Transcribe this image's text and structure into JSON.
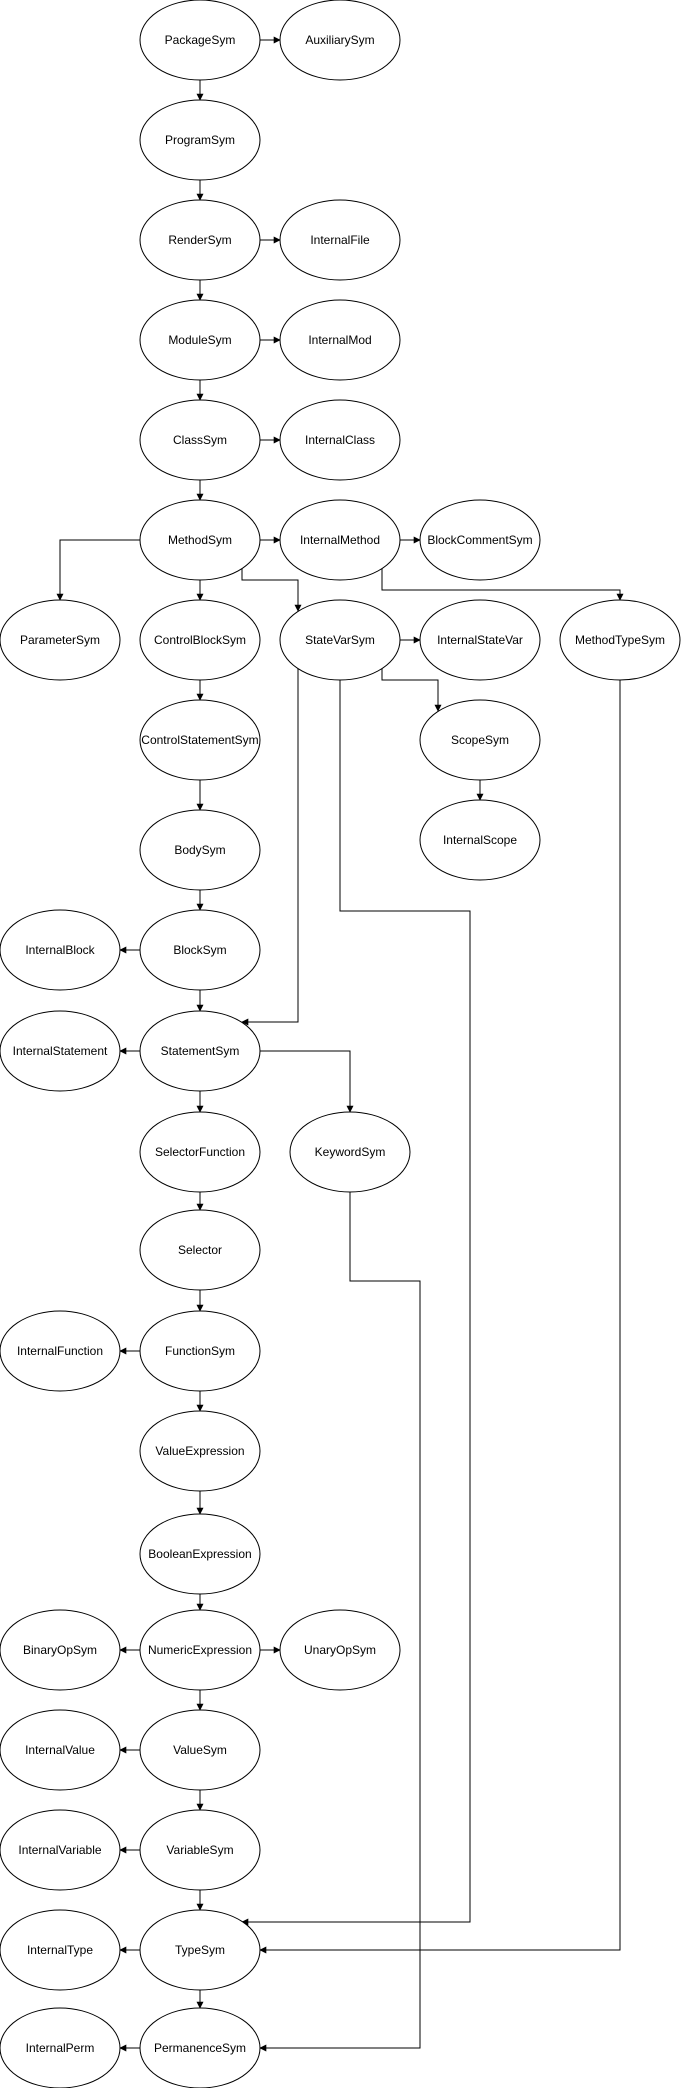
{
  "nodes": {
    "PackageSym": "PackageSym",
    "AuxiliarySym": "AuxiliarySym",
    "ProgramSym": "ProgramSym",
    "RenderSym": "RenderSym",
    "InternalFile": "InternalFile",
    "ModuleSym": "ModuleSym",
    "InternalMod": "InternalMod",
    "ClassSym": "ClassSym",
    "InternalClass": "InternalClass",
    "MethodSym": "MethodSym",
    "InternalMethod": "InternalMethod",
    "BlockCommentSym": "BlockCommentSym",
    "ParameterSym": "ParameterSym",
    "ControlBlockSym": "ControlBlockSym",
    "StateVarSym": "StateVarSym",
    "InternalStateVar": "InternalStateVar",
    "MethodTypeSym": "MethodTypeSym",
    "ControlStatementSym": "ControlStatementSym",
    "ScopeSym": "ScopeSym",
    "InternalScope": "InternalScope",
    "BodySym": "BodySym",
    "InternalBlock": "InternalBlock",
    "BlockSym": "BlockSym",
    "InternalStatement": "InternalStatement",
    "StatementSym": "StatementSym",
    "KeywordSym": "KeywordSym",
    "SelectorFunction": "SelectorFunction",
    "Selector": "Selector",
    "InternalFunction": "InternalFunction",
    "FunctionSym": "FunctionSym",
    "ValueExpression": "ValueExpression",
    "BooleanExpression": "BooleanExpression",
    "BinaryOpSym": "BinaryOpSym",
    "NumericExpression": "NumericExpression",
    "UnaryOpSym": "UnaryOpSym",
    "InternalValue": "InternalValue",
    "ValueSym": "ValueSym",
    "InternalVariable": "InternalVariable",
    "VariableSym": "VariableSym",
    "InternalType": "InternalType",
    "TypeSym": "TypeSym",
    "InternalPerm": "InternalPerm",
    "PermanenceSym": "PermanenceSym"
  },
  "edges": [
    [
      "PackageSym",
      "AuxiliarySym"
    ],
    [
      "PackageSym",
      "ProgramSym"
    ],
    [
      "ProgramSym",
      "RenderSym"
    ],
    [
      "RenderSym",
      "InternalFile"
    ],
    [
      "RenderSym",
      "ModuleSym"
    ],
    [
      "ModuleSym",
      "InternalMod"
    ],
    [
      "ModuleSym",
      "ClassSym"
    ],
    [
      "ClassSym",
      "InternalClass"
    ],
    [
      "ClassSym",
      "MethodSym"
    ],
    [
      "MethodSym",
      "InternalMethod"
    ],
    [
      "MethodSym",
      "ParameterSym"
    ],
    [
      "MethodSym",
      "ControlBlockSym"
    ],
    [
      "MethodSym",
      "StateVarSym"
    ],
    [
      "InternalMethod",
      "BlockCommentSym"
    ],
    [
      "InternalMethod",
      "MethodTypeSym"
    ],
    [
      "StateVarSym",
      "InternalStateVar"
    ],
    [
      "StateVarSym",
      "ScopeSym"
    ],
    [
      "StateVarSym",
      "StatementSym"
    ],
    [
      "StateVarSym",
      "TypeSym"
    ],
    [
      "ScopeSym",
      "InternalScope"
    ],
    [
      "ControlBlockSym",
      "ControlStatementSym"
    ],
    [
      "ControlStatementSym",
      "BodySym"
    ],
    [
      "BodySym",
      "BlockSym"
    ],
    [
      "BlockSym",
      "InternalBlock"
    ],
    [
      "BlockSym",
      "StatementSym"
    ],
    [
      "StatementSym",
      "InternalStatement"
    ],
    [
      "StatementSym",
      "SelectorFunction"
    ],
    [
      "StatementSym",
      "KeywordSym"
    ],
    [
      "KeywordSym",
      "PermanenceSym"
    ],
    [
      "SelectorFunction",
      "Selector"
    ],
    [
      "Selector",
      "FunctionSym"
    ],
    [
      "FunctionSym",
      "InternalFunction"
    ],
    [
      "FunctionSym",
      "ValueExpression"
    ],
    [
      "ValueExpression",
      "BooleanExpression"
    ],
    [
      "BooleanExpression",
      "NumericExpression"
    ],
    [
      "NumericExpression",
      "BinaryOpSym"
    ],
    [
      "NumericExpression",
      "UnaryOpSym"
    ],
    [
      "NumericExpression",
      "ValueSym"
    ],
    [
      "ValueSym",
      "InternalValue"
    ],
    [
      "ValueSym",
      "VariableSym"
    ],
    [
      "VariableSym",
      "InternalVariable"
    ],
    [
      "VariableSym",
      "TypeSym"
    ],
    [
      "MethodTypeSym",
      "TypeSym"
    ],
    [
      "TypeSym",
      "InternalType"
    ],
    [
      "TypeSym",
      "PermanenceSym"
    ],
    [
      "PermanenceSym",
      "InternalPerm"
    ]
  ]
}
